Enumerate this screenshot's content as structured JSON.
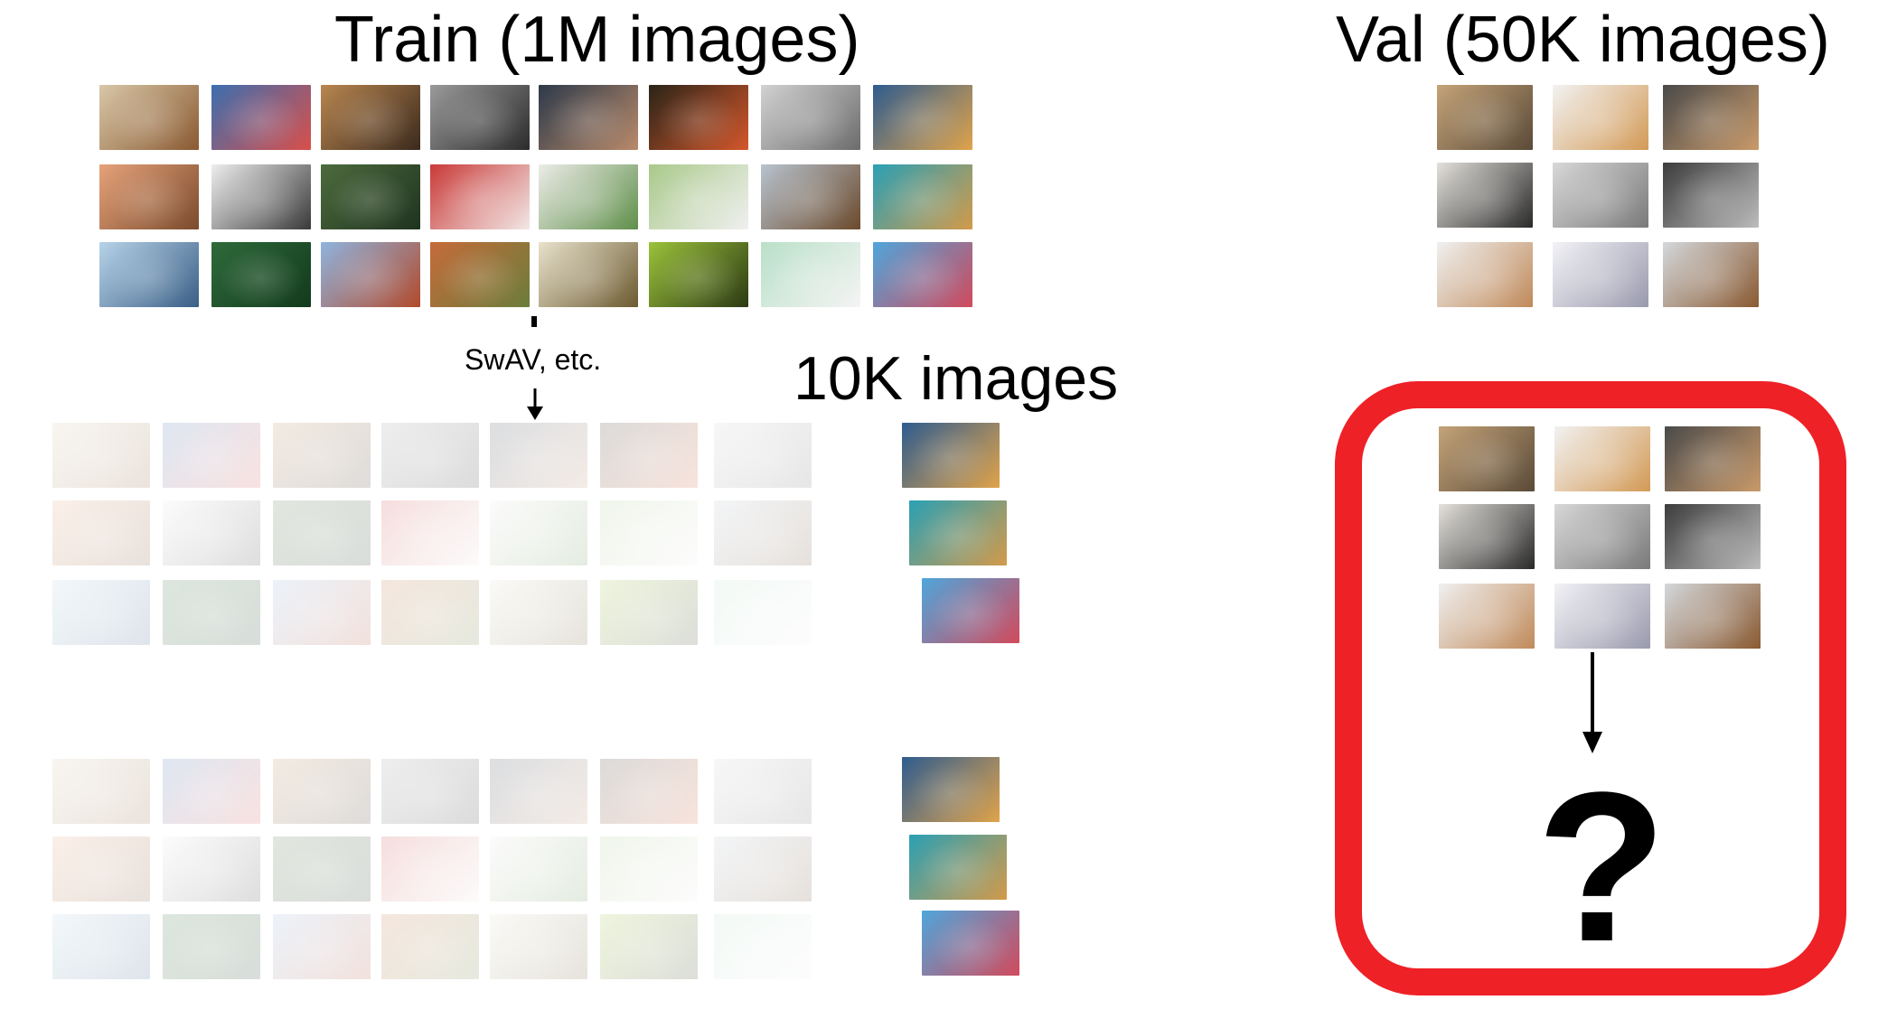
{
  "headings": {
    "train": "Train (1M images)",
    "val": "Val (50K images)",
    "subset": "10K images"
  },
  "method_label": "SwAV, etc.",
  "question_mark": "?",
  "highlight_color": "#ee2127",
  "train_images": [
    {
      "icon": "fox-peeking-photo",
      "colors": [
        "#d8c7a8",
        "#8a5a32"
      ]
    },
    {
      "icon": "crystal-ball-city-lights-photo",
      "colors": [
        "#3c6fb0",
        "#d94f4a"
      ]
    },
    {
      "icon": "baguettes-photo",
      "colors": [
        "#b98650",
        "#3b2a1d"
      ]
    },
    {
      "icon": "spiral-staircase-photo",
      "colors": [
        "#9a9a9a",
        "#2c2c2c"
      ]
    },
    {
      "icon": "hands-holding-phone-photo",
      "colors": [
        "#2d3a4a",
        "#b98a6a"
      ]
    },
    {
      "icon": "mandrill-photo",
      "colors": [
        "#2a2418",
        "#d4572b"
      ]
    },
    {
      "icon": "tree-bark-texture-photo",
      "colors": [
        "#d2d2d2",
        "#6c6c6c"
      ]
    },
    {
      "icon": "light-trails-road-photo",
      "colors": [
        "#2f5c8f",
        "#e0a34a"
      ]
    },
    {
      "icon": "dog-in-field-photo",
      "colors": [
        "#e6a27a",
        "#7a4b2c"
      ]
    },
    {
      "icon": "dog-face-black-white-photo",
      "colors": [
        "#eeeeee",
        "#3a3a3a"
      ]
    },
    {
      "icon": "forest-photo",
      "colors": [
        "#4d6b3d",
        "#1f3320"
      ]
    },
    {
      "icon": "red-white-umbrellas-photo",
      "colors": [
        "#c93a38",
        "#f2e8e6"
      ]
    },
    {
      "icon": "person-rainbow-scarf-photo",
      "colors": [
        "#ecece8",
        "#5f8f4a"
      ]
    },
    {
      "icon": "soccer-players-photo",
      "colors": [
        "#a9c98a",
        "#f0f0f0"
      ]
    },
    {
      "icon": "eagle-flying-photo",
      "colors": [
        "#b8c3cf",
        "#6b4a2c"
      ]
    },
    {
      "icon": "dog-with-cake-photo",
      "colors": [
        "#2aa0b5",
        "#d39a4a"
      ]
    },
    {
      "icon": "office-people-photo",
      "colors": [
        "#b7d3e8",
        "#3a5f86"
      ]
    },
    {
      "icon": "green-leaves-photo",
      "colors": [
        "#2f6a3a",
        "#123a1d"
      ]
    },
    {
      "icon": "golden-gate-bridge-photo",
      "colors": [
        "#8fb4de",
        "#b24a2c"
      ]
    },
    {
      "icon": "carrots-photo",
      "colors": [
        "#c56b3a",
        "#6b7d3a"
      ]
    },
    {
      "icon": "daisies-photo",
      "colors": [
        "#e8e2cc",
        "#6c5a30"
      ]
    },
    {
      "icon": "ginkgo-leaf-photo",
      "colors": [
        "#9bc23a",
        "#2c3a14"
      ]
    },
    {
      "icon": "striped-desk-photo",
      "colors": [
        "#b9e0c8",
        "#f4f4f4"
      ]
    },
    {
      "icon": "bunting-flags-photo",
      "colors": [
        "#4ea6dc",
        "#d24a5c"
      ]
    }
  ],
  "val_images": [
    {
      "icon": "person-in-warehouse-photo",
      "colors": [
        "#c4a378",
        "#5a4a38"
      ]
    },
    {
      "icon": "shiba-dog-photo",
      "colors": [
        "#f2f2f2",
        "#d39a56"
      ]
    },
    {
      "icon": "dog-portrait-gray-photo",
      "colors": [
        "#4a4a4a",
        "#c99a6a"
      ]
    },
    {
      "icon": "person-sleeping-mask-photo",
      "colors": [
        "#e4e1dc",
        "#2a2a2a"
      ]
    },
    {
      "icon": "meeting-table-overhead-photo",
      "colors": [
        "#d8d8d8",
        "#7a7a7a"
      ]
    },
    {
      "icon": "virus-model-photo",
      "colors": [
        "#3c3c3c",
        "#bcbcbc"
      ]
    },
    {
      "icon": "french-bulldog-photo",
      "colors": [
        "#f0f0f0",
        "#c08a5a"
      ]
    },
    {
      "icon": "glass-tables-photo",
      "colors": [
        "#f2f2f6",
        "#9a9aae"
      ]
    },
    {
      "icon": "beagle-looking-up-photo",
      "colors": [
        "#d4d8dc",
        "#8a5a32"
      ]
    }
  ],
  "subset_images": [
    {
      "icon": "light-trails-road-photo",
      "colors": [
        "#2f5c8f",
        "#e0a34a"
      ]
    },
    {
      "icon": "dog-with-cake-photo",
      "colors": [
        "#2aa0b5",
        "#d39a4a"
      ]
    },
    {
      "icon": "bunting-flags-photo",
      "colors": [
        "#4ea6dc",
        "#d24a5c"
      ]
    }
  ]
}
